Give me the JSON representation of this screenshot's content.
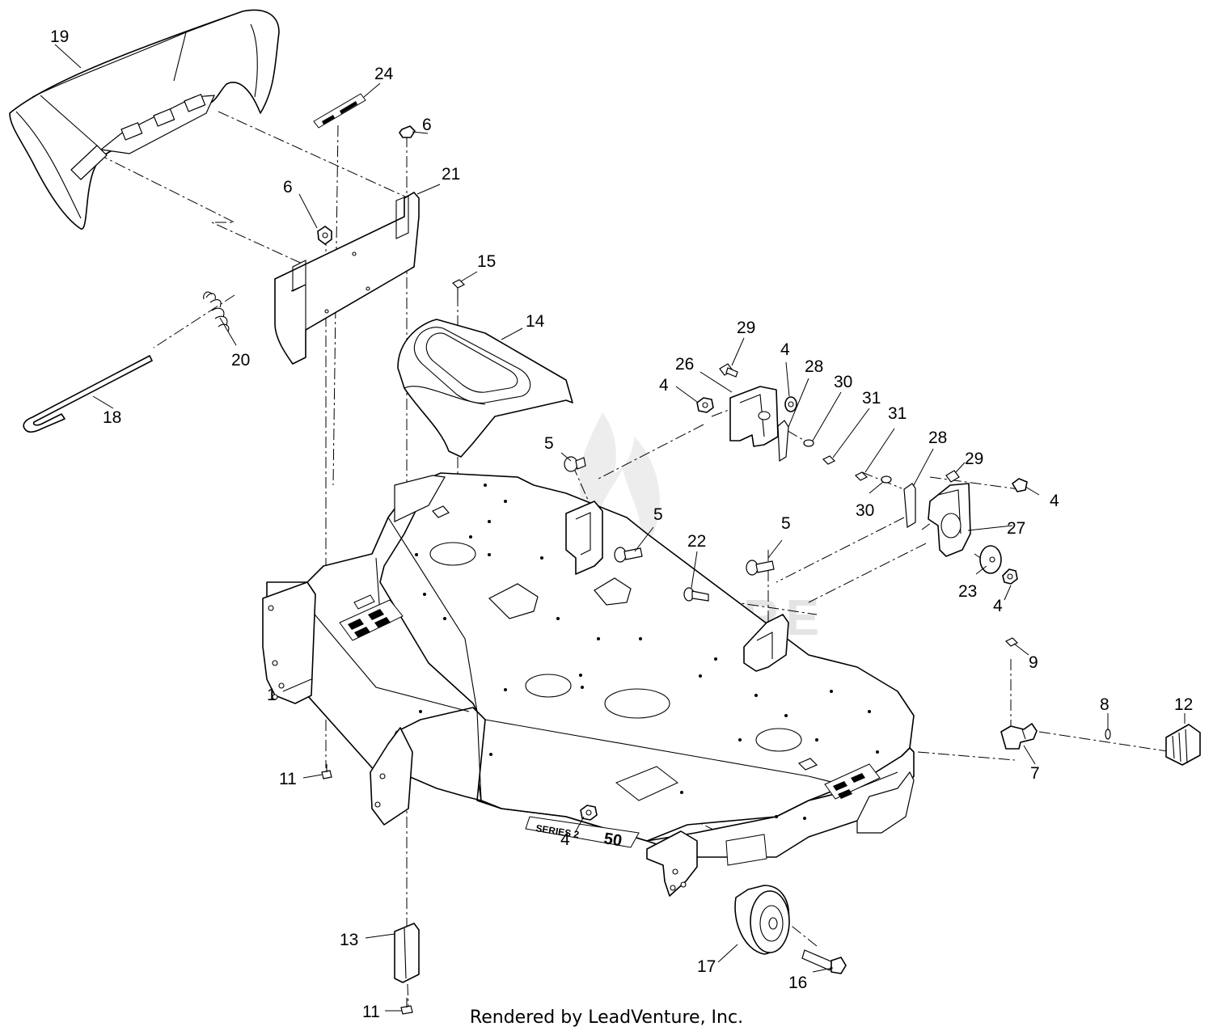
{
  "footer": "Rendered by LeadVenture, Inc.",
  "watermark": "LEADVENTURE",
  "deck_badge": {
    "series_text": "SERIES 2",
    "size_text": "50"
  },
  "callouts": [
    "19",
    "24",
    "6",
    "6",
    "21",
    "15",
    "14",
    "20",
    "18",
    "29",
    "26",
    "4",
    "4",
    "28",
    "30",
    "31",
    "31",
    "28",
    "29",
    "5",
    "5",
    "5",
    "4",
    "27",
    "22",
    "30",
    "23",
    "4",
    "9",
    "1",
    "8",
    "12",
    "7",
    "11",
    "4",
    "17",
    "16",
    "13",
    "11"
  ]
}
